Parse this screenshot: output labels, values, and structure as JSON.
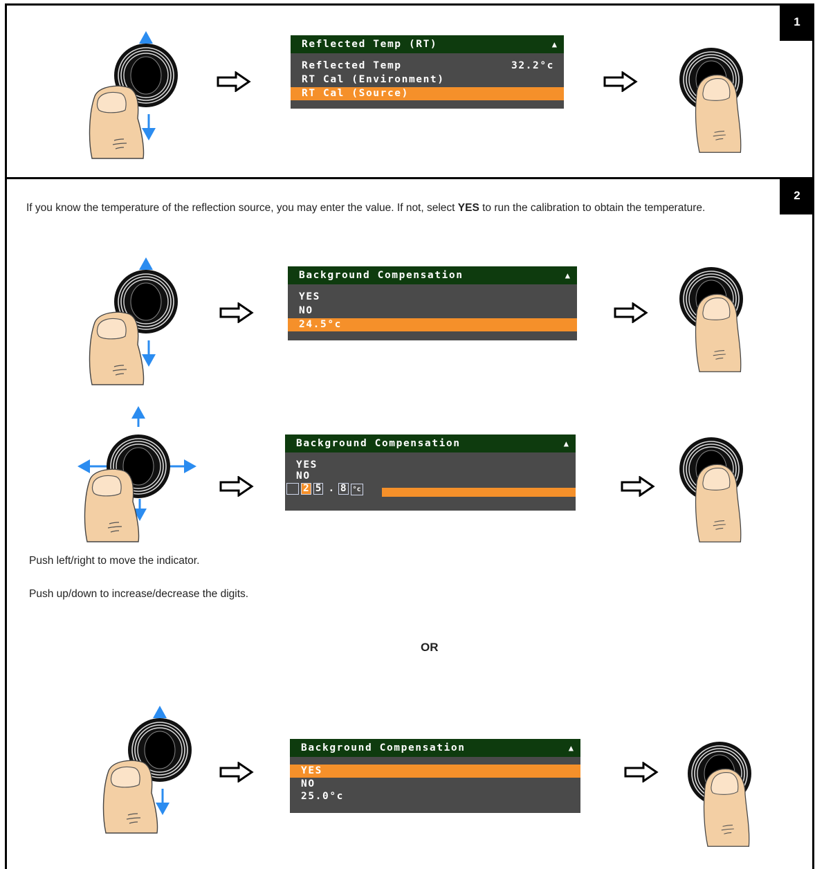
{
  "step1": {
    "number": "1",
    "screen": {
      "header": "Reflected Temp (RT)",
      "updown_icon": "updown-icon",
      "rows": [
        {
          "label": "Reflected Temp",
          "value": "32.2°c"
        },
        {
          "label": "RT Cal (Environment)",
          "value": ""
        },
        {
          "label": "RT Cal (Source)",
          "value": ""
        }
      ],
      "selected_row": 2
    }
  },
  "step2": {
    "number": "2",
    "intro_before": "If you know the temperature of the reflection source, you may enter the value. If not, select ",
    "intro_bold": "YES",
    "intro_after": " to run the calibration to obtain the temperature.",
    "screen_a": {
      "header": "Background Compensation",
      "rows": [
        "YES",
        "NO",
        "24.5°c"
      ],
      "selected_row": 2
    },
    "screen_b": {
      "header": "Background Compensation",
      "rows": [
        "YES",
        "NO"
      ],
      "digits": [
        "2",
        "5",
        ".",
        "8"
      ],
      "unit": "°c",
      "active_digit": 0
    },
    "hint_move": "Push left/right to move the indicator.",
    "hint_adjust": "Push up/down to increase/decrease the digits.",
    "or_label": "OR",
    "screen_c": {
      "header": "Background Compensation",
      "rows": [
        "YES",
        "NO",
        "25.0°c"
      ],
      "selected_row": 0
    }
  },
  "colors": {
    "lcd_background": "#4a4a4a",
    "lcd_header": "#0e3b0e",
    "lcd_highlight": "#f5902a",
    "arrow_blue": "#2b8cf0",
    "skin": "#f3cfa4"
  }
}
